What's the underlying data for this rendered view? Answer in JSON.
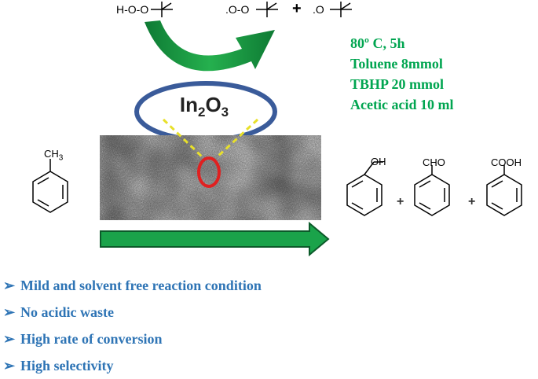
{
  "radical_equation": {
    "reactant": "H-O-O",
    "product_1": ".O-O",
    "plus": "+",
    "product_2": ".O"
  },
  "catalyst": {
    "formula_prefix": "In",
    "formula_sub1": "2",
    "formula_mid": "O",
    "formula_sub2": "3"
  },
  "conditions": [
    "80º C, 5h",
    "Toluene 8mmol",
    "TBHP 20 mmol",
    "Acetic acid 10 ml"
  ],
  "reactant_substituent": {
    "text": "CH",
    "subscript": "3"
  },
  "products": [
    {
      "substituent": "OH"
    },
    {
      "substituent": "CHO"
    },
    {
      "substituent": "COOH"
    }
  ],
  "product_plus": "+",
  "bullet_marker": "➢",
  "bullets": [
    "Mild and solvent free reaction condition",
    "No acidic waste",
    "High rate of conversion",
    "High selectivity"
  ],
  "colors": {
    "arrow_green": "#1aa34a",
    "text_green": "#00a550",
    "bullet_blue": "#2e74b5",
    "ellipse_blue": "#3a5b9a",
    "highlight_red": "#e02020",
    "dash_yellow": "#e8e02a"
  }
}
